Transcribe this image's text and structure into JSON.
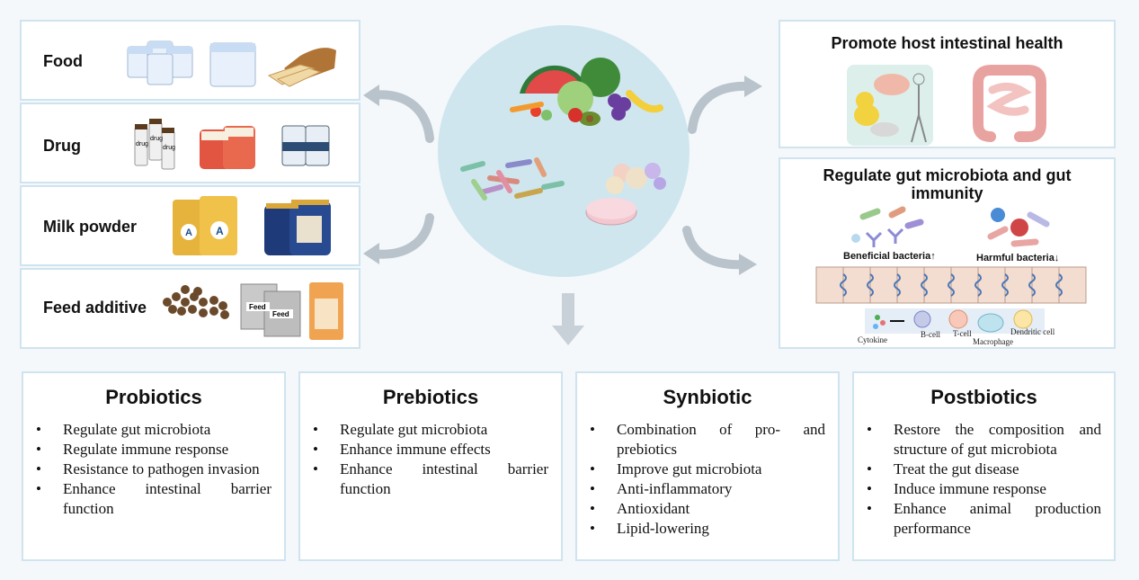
{
  "applications": [
    {
      "label": "Food"
    },
    {
      "label": "Drug"
    },
    {
      "label": "Milk powder"
    },
    {
      "label": "Feed additive"
    }
  ],
  "right_panel": {
    "top_title": "Promote host intestinal health",
    "bottom_title": "Regulate gut microbiota and gut immunity",
    "beneficial_label": "Beneficial bacteria↑",
    "harmful_label": "Harmful bacteria↓",
    "cells": {
      "cytokine": "Cytokine",
      "bcell": "B-cell",
      "tcell": "T-cell",
      "macrophage": "Macrophage",
      "dendritic": "Dendritic cell"
    }
  },
  "product_labels": {
    "drug": "drug",
    "feed": "Feed"
  },
  "cards": [
    {
      "title": "Probiotics",
      "items": [
        "Regulate gut microbiota",
        "Regulate immune response",
        "Resistance to pathogen invasion",
        "Enhance intestinal barrier function"
      ]
    },
    {
      "title": "Prebiotics",
      "items": [
        "Regulate gut microbiota",
        "Enhance immune effects",
        "Enhance intestinal barrier function"
      ]
    },
    {
      "title": "Synbiotic",
      "items": [
        "Combination of pro- and prebiotics",
        "Improve gut microbiota",
        "Anti-inflammatory",
        "Antioxidant",
        "Lipid-lowering"
      ]
    },
    {
      "title": "Postbiotics",
      "items": [
        "Restore the composition and structure of gut microbiota",
        "Treat  the gut disease",
        "Induce immune response",
        "Enhance animal production performance"
      ]
    }
  ],
  "colors": {
    "border": "#cfe4ee",
    "circle": "#cfe6ee",
    "arrow": "#b9c3cb",
    "background": "#f4f8fb"
  }
}
